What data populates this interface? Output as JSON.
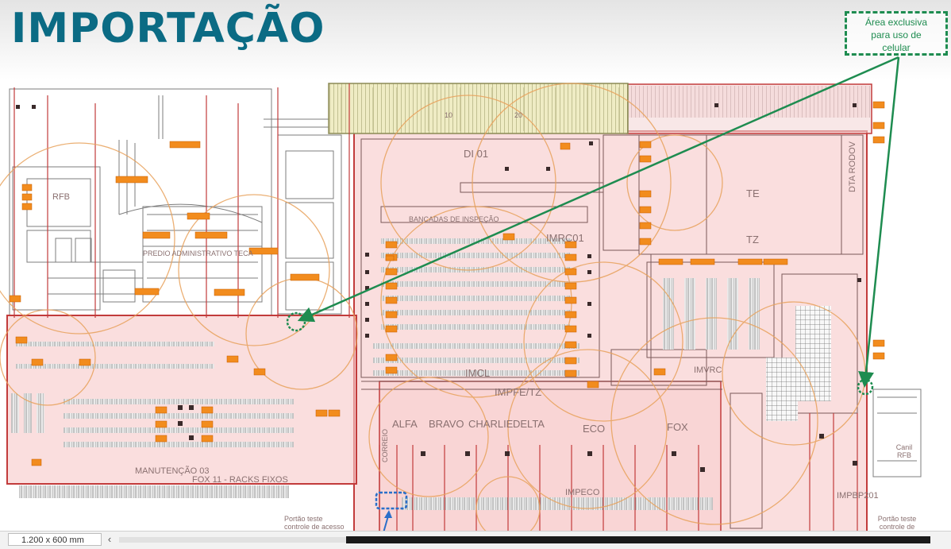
{
  "title": "IMPORTAÇÃO",
  "note": {
    "lines": [
      "Área exclusiva",
      "para uso de",
      "celular"
    ]
  },
  "colors": {
    "title": "#0b6b84",
    "zone_fill": "#f7c9c9",
    "zone_border": "#c23b3b",
    "arrow_green": "#1e8c50",
    "arrow_blue": "#2a6fc9",
    "circle_orange": "#e8a25c",
    "tag_orange": "#f28c1e"
  },
  "areas": {
    "rfb_left": "RFB",
    "predio": "PREDIO ADMINISTRATIVO TECA",
    "di01": "DI 01",
    "te": "TE",
    "tz": "TZ",
    "dta": "DTA RODOV",
    "bancadas": "BANCADAS DE INSPEÇÃO",
    "imrc01": "IMRC01",
    "imcl": "IMCL",
    "impfe": "IMPFE/TZ",
    "alfa": "ALFA",
    "bravo": "BRAVO",
    "charlie": "CHARLIE",
    "delta": "DELTA",
    "eco": "ECO",
    "fox": "FOX",
    "manutencao": "MANUTENÇÃO 03",
    "fox11": "FOX 11 - RACKS FIXOS",
    "impbp": "IMPBP201",
    "imvrc": "IMVRC",
    "impeco": "IMPECO",
    "correio": "CORREIO",
    "canil": "Canil RFB",
    "portao1": "Portão teste controle de acesso",
    "portao2": "Portão teste controle de acesso"
  },
  "ruler_ticks": [
    "10",
    "20"
  ],
  "statusbar": {
    "scale": "1.200 x 600 mm",
    "scroll_left": "‹"
  }
}
